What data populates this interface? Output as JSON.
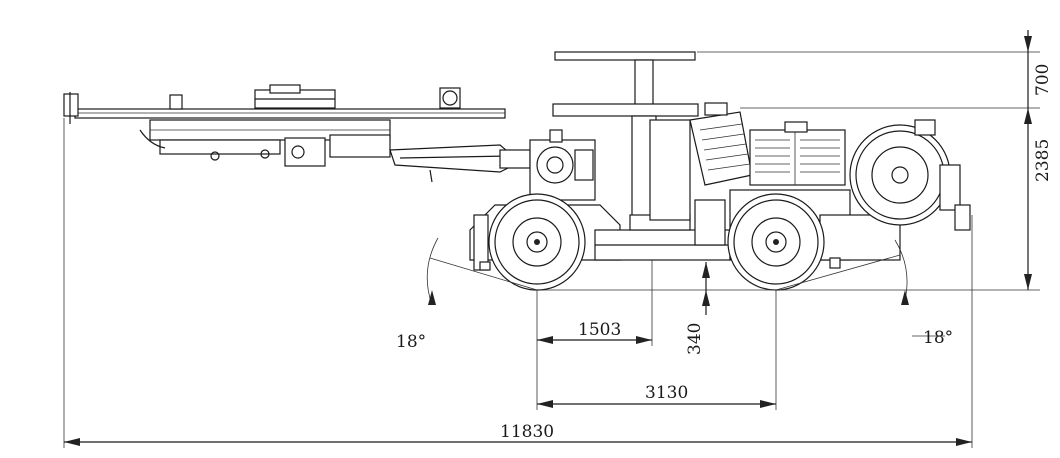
{
  "drawing": {
    "subject": "drill-jumbo-side-elevation",
    "colors": {
      "line": "#1a1a1a",
      "background": "#ffffff"
    }
  },
  "dimensions": {
    "overall_length": "11830",
    "wheelbase": "3130",
    "front_axle_to_center": "1503",
    "ground_clearance": "340",
    "canopy_height": "700",
    "machine_height": "2385",
    "approach_angle": "18°",
    "departure_angle": "18°"
  }
}
